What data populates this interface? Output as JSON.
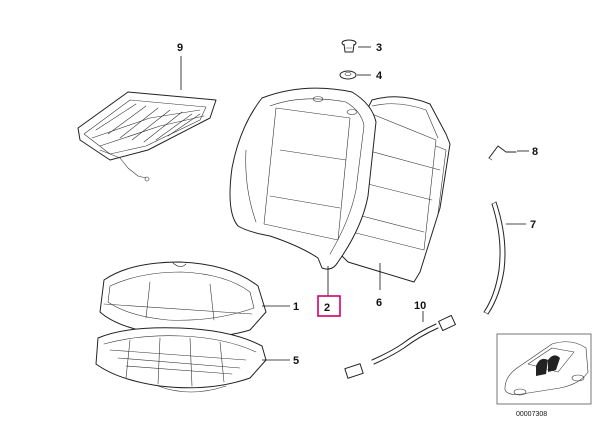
{
  "callouts": {
    "n1": "1",
    "n2": "2",
    "n3": "3",
    "n4": "4",
    "n5": "5",
    "n6": "6",
    "n7": "7",
    "n8": "8",
    "n9": "9",
    "n10": "10"
  },
  "highlight_color": "#d4006a",
  "reference_number": "00007308"
}
